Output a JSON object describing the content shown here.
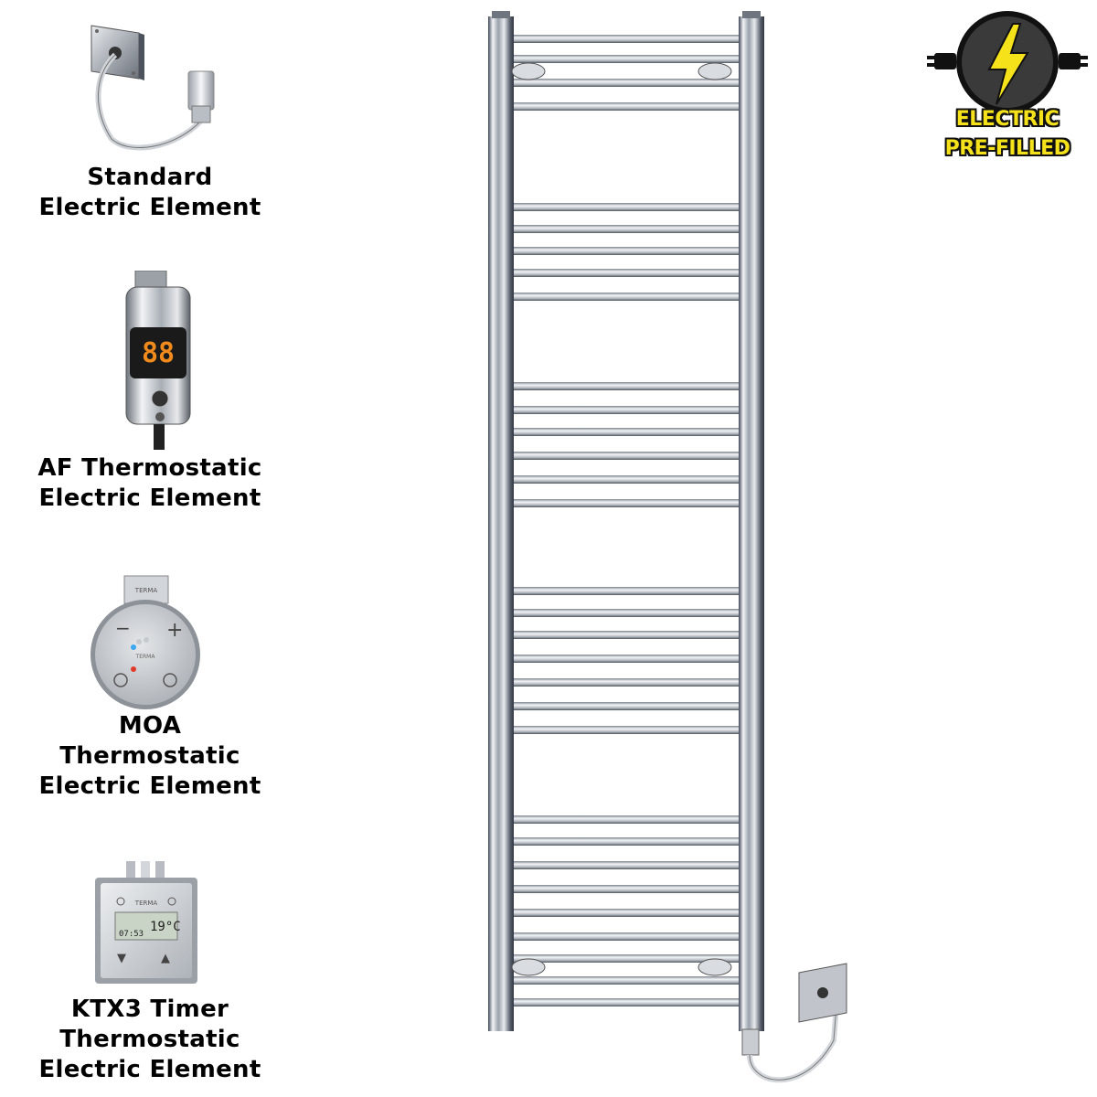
{
  "badge": {
    "line1": "ELECTRIC",
    "line2": "PRE-FILLED",
    "icon": "lightning-plug-icon",
    "accent": "#f5e21a"
  },
  "elements": [
    {
      "line1": "Standard",
      "line2": "Electric Element",
      "line3": ""
    },
    {
      "line1": "AF Thermostatic",
      "line2": "Electric Element",
      "line3": ""
    },
    {
      "line1": "MOA",
      "line2": "Thermostatic",
      "line3": "Electric Element"
    },
    {
      "line1": "KTX3 Timer",
      "line2": "Thermostatic",
      "line3": "Electric Element"
    }
  ],
  "displays": {
    "af_readout": "88",
    "moa_brand": "TERMA",
    "ktx3_brand": "TERMA",
    "ktx3_time": "07:53",
    "ktx3_temp": "19°C"
  },
  "colors": {
    "chrome": "#c8ccd2",
    "chrome_dark": "#5d6470",
    "badge_bg": "#3a3a3a"
  }
}
